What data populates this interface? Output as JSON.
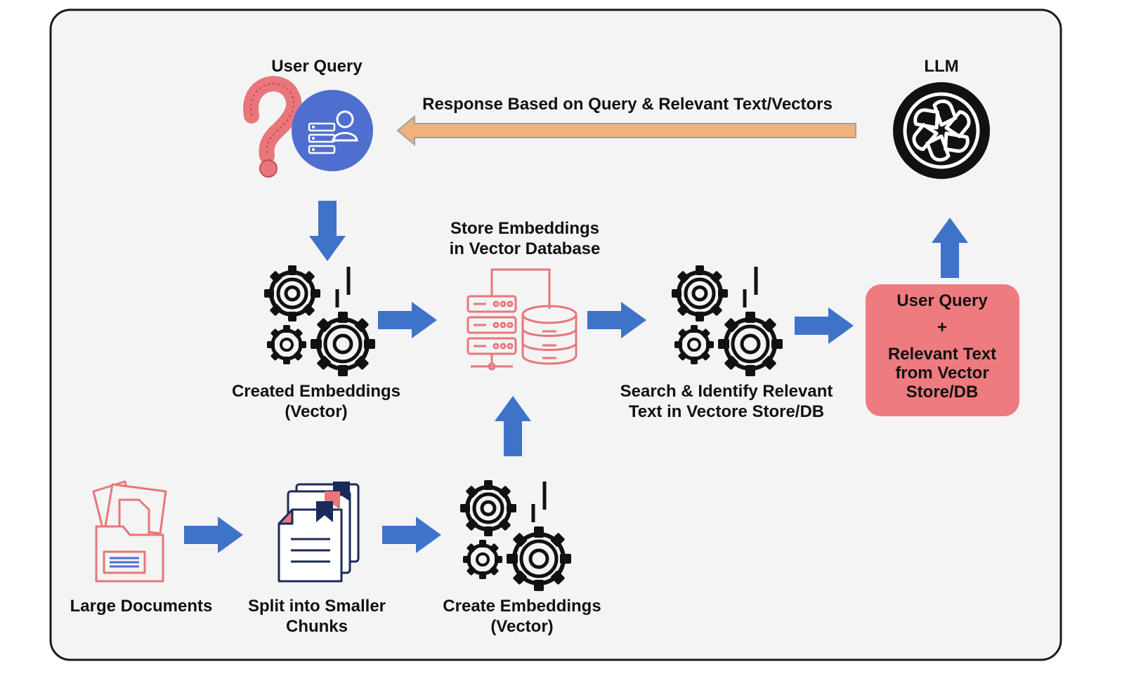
{
  "colors": {
    "panel_bg": "#f4f4f4",
    "panel_border": "#1a1a1a",
    "arrow_blue": "#3f73c9",
    "arrow_orange": "#f2b07a",
    "arrow_orange_border": "#9aa0a8",
    "accent_red": "#e8767a",
    "highlight_box": "#ee7b7f",
    "icon_blue": "#4f6fd0",
    "icon_black": "#111111"
  },
  "icons": {
    "user_query": "question-mark-user-icon",
    "llm": "llm-logo-icon",
    "embeddings": "gears-icon",
    "vector_db": "server-database-icon",
    "documents": "folder-documents-icon",
    "chunks": "stacked-pages-icon"
  },
  "nodes": {
    "user_query": {
      "label": "User Query"
    },
    "llm": {
      "label": "LLM"
    },
    "response_arrow": {
      "label": "Response Based on Query & Relevant Text/Vectors"
    },
    "store_embeddings": {
      "label_line1": "Store Embeddings",
      "label_line2": "in Vector Database"
    },
    "created_embeddings": {
      "label_line1": "Created Embeddings",
      "label_line2": "(Vector)"
    },
    "search_identify": {
      "label_line1": "Search & Identify Relevant",
      "label_line2": "Text in Vectore Store/DB"
    },
    "query_box": {
      "line1": "User Query",
      "line2": "+",
      "line3": "Relevant Text",
      "line4": "from Vector",
      "line5": "Store/DB"
    },
    "large_documents": {
      "label": "Large Documents"
    },
    "split_chunks": {
      "label_line1": "Split into Smaller",
      "label_line2": "Chunks"
    },
    "create_embeddings": {
      "label_line1": "Create Embeddings",
      "label_line2": "(Vector)"
    }
  }
}
